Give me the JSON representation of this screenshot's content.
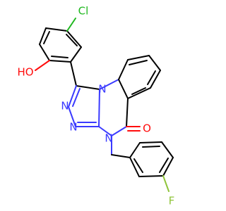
{
  "labels": {
    "cl": "Cl",
    "oh": "HO",
    "o": "O",
    "f": "F",
    "n1": "N",
    "n2": "N",
    "n3": "N",
    "n4": "N"
  },
  "colors": {
    "carbon": "#000000",
    "nitrogen": "#3a3aff",
    "oxygen": "#ff0d0d",
    "chlorine": "#1fb81f",
    "fluorine": "#8fc43a"
  }
}
